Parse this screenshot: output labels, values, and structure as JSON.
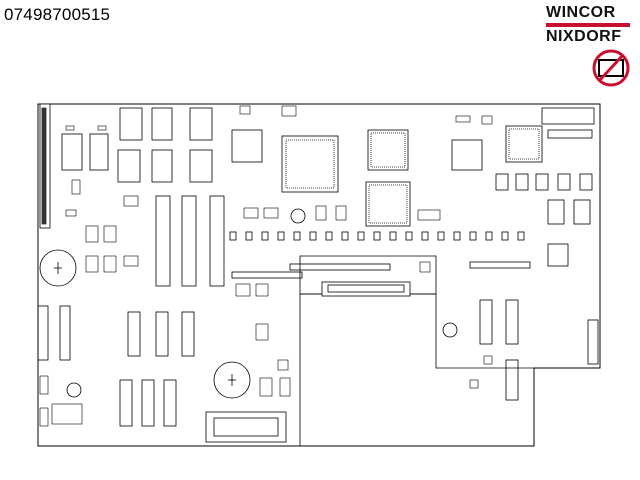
{
  "part_number": "07498700515",
  "brand": {
    "line1": "WINCOR",
    "line2": "NIXDORF",
    "accent_color": "#c8102e",
    "text_color": "#111111"
  },
  "warning_icon": {
    "name": "no-card-icon",
    "color": "#c8102e"
  },
  "board": {
    "outline_color": "#000000",
    "background": "#ffffff"
  }
}
